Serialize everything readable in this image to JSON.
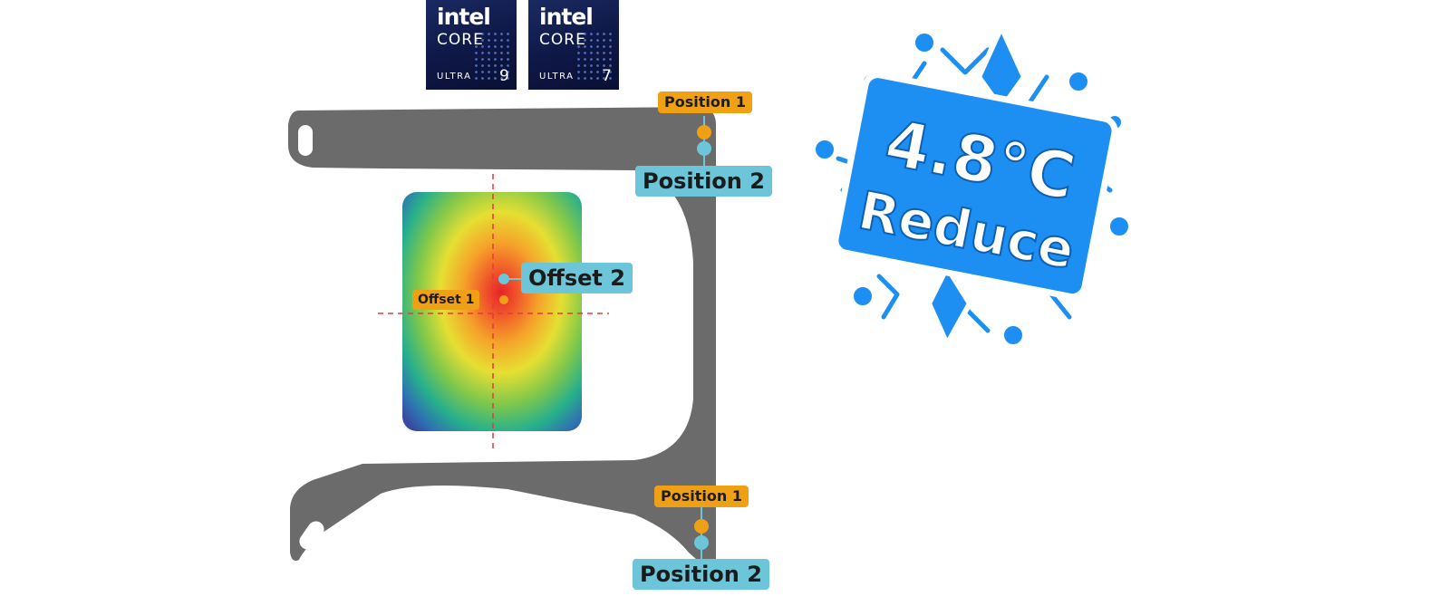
{
  "badges": [
    {
      "brand": "intel",
      "line": "CORE",
      "tier": "ULTRA",
      "number": "9"
    },
    {
      "brand": "intel",
      "line": "CORE",
      "tier": "ULTRA",
      "number": "7"
    }
  ],
  "bracket": {
    "top_labels": {
      "position1": "Position 1",
      "position2": "Position 2"
    },
    "bottom_labels": {
      "position1": "Position 1",
      "position2": "Position 2"
    }
  },
  "heatmap": {
    "offset1": "Offset 1",
    "offset2": "Offset 2"
  },
  "reduction": {
    "value": "4.8°C",
    "label": "Reduce",
    "color": "#1e8ff2"
  },
  "colors": {
    "orange": "#f0a014",
    "cyan": "#6cc5d9",
    "bracket": "#6b6b6b"
  }
}
